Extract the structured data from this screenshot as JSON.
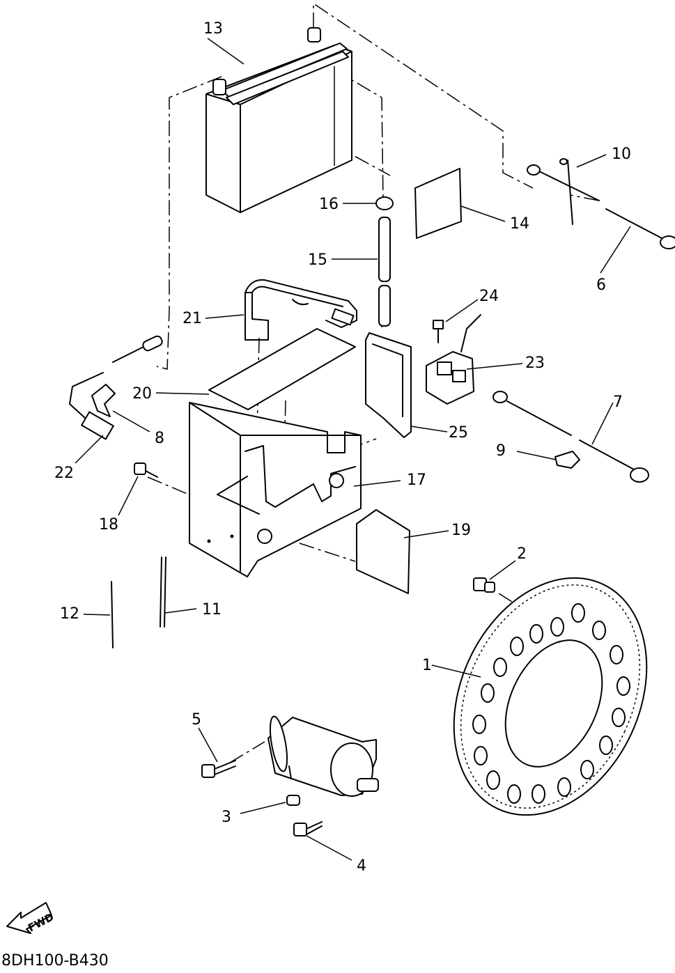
{
  "diagram": {
    "code": "8DH100-B430",
    "fwd_label": "FWD",
    "callouts": [
      {
        "id": "1",
        "label": "1"
      },
      {
        "id": "2",
        "label": "2"
      },
      {
        "id": "3",
        "label": "3"
      },
      {
        "id": "4",
        "label": "4"
      },
      {
        "id": "5",
        "label": "5"
      },
      {
        "id": "6",
        "label": "6"
      },
      {
        "id": "7",
        "label": "7"
      },
      {
        "id": "8",
        "label": "8"
      },
      {
        "id": "9",
        "label": "9"
      },
      {
        "id": "10",
        "label": "10"
      },
      {
        "id": "11",
        "label": "11"
      },
      {
        "id": "12",
        "label": "12"
      },
      {
        "id": "13",
        "label": "13"
      },
      {
        "id": "14",
        "label": "14"
      },
      {
        "id": "15",
        "label": "15"
      },
      {
        "id": "16",
        "label": "16"
      },
      {
        "id": "17",
        "label": "17"
      },
      {
        "id": "18",
        "label": "18"
      },
      {
        "id": "19",
        "label": "19"
      },
      {
        "id": "20",
        "label": "20"
      },
      {
        "id": "21",
        "label": "21"
      },
      {
        "id": "22",
        "label": "22"
      },
      {
        "id": "23",
        "label": "23"
      },
      {
        "id": "24",
        "label": "24"
      },
      {
        "id": "25",
        "label": "25"
      }
    ]
  }
}
